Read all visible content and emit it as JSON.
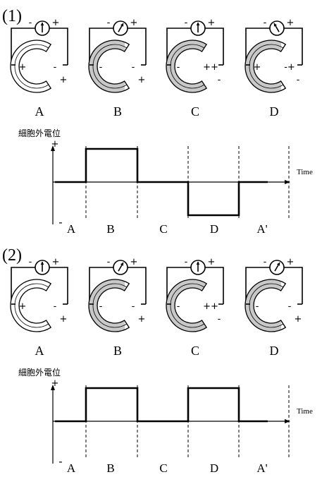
{
  "panels": [
    {
      "label": "(1)",
      "states": [
        {
          "letter": "A",
          "fill": "white",
          "gauge": "center",
          "signs": {
            "meter_left": "-",
            "meter_right": "+",
            "inner_left": "+",
            "inner_right": "-",
            "outer_right": "+"
          }
        },
        {
          "letter": "B",
          "fill": "left",
          "gauge": "right",
          "signs": {
            "meter_left": "-",
            "meter_right": "+",
            "inner_left": "-",
            "inner_right": "-",
            "outer_right": "+"
          }
        },
        {
          "letter": "C",
          "fill": "full",
          "gauge": "center",
          "signs": {
            "meter_left": "-",
            "meter_right": "+",
            "inner_left": "-",
            "inner_right": "++",
            "outer_right": "-"
          }
        },
        {
          "letter": "D",
          "fill": "left",
          "gauge": "left",
          "signs": {
            "meter_left": "-",
            "meter_right": "+",
            "inner_left": "+",
            "inner_right": "-+",
            "outer_right": "-"
          }
        }
      ],
      "graph": {
        "ylabel": "細胞外電位",
        "plus": "+",
        "minus": "-",
        "xlabel": "Time",
        "segments": [
          "A",
          "B",
          "C",
          "D",
          "A'"
        ],
        "waveform_levels": [
          0,
          1,
          0,
          -1,
          0
        ]
      }
    },
    {
      "label": "(2)",
      "states": [
        {
          "letter": "A",
          "fill": "white",
          "gauge": "center",
          "signs": {
            "meter_left": "-",
            "meter_right": "+",
            "inner_left": "+",
            "inner_right": "-",
            "outer_right": "+"
          }
        },
        {
          "letter": "B",
          "fill": "left",
          "gauge": "right",
          "signs": {
            "meter_left": "-",
            "meter_right": "+",
            "inner_left": "-",
            "inner_right": "-",
            "outer_right": "+"
          }
        },
        {
          "letter": "C",
          "fill": "full",
          "gauge": "center",
          "signs": {
            "meter_left": "-",
            "meter_right": "+",
            "inner_left": "-",
            "inner_right": "++",
            "outer_right": "-"
          }
        },
        {
          "letter": "D",
          "fill": "left",
          "gauge": "right",
          "signs": {
            "meter_left": "-",
            "meter_right": "+",
            "inner_left": "-",
            "inner_right": "-",
            "outer_right": "+"
          }
        }
      ],
      "graph": {
        "ylabel": "細胞外電位",
        "plus": "+",
        "minus": "-",
        "xlabel": "Time",
        "segments": [
          "A",
          "B",
          "C",
          "D",
          "A'"
        ],
        "waveform_levels": [
          0,
          1,
          0,
          1,
          0
        ]
      }
    }
  ],
  "colors": {
    "ink": "#000000",
    "shade": "#c8c8c8",
    "paper": "#ffffff"
  }
}
